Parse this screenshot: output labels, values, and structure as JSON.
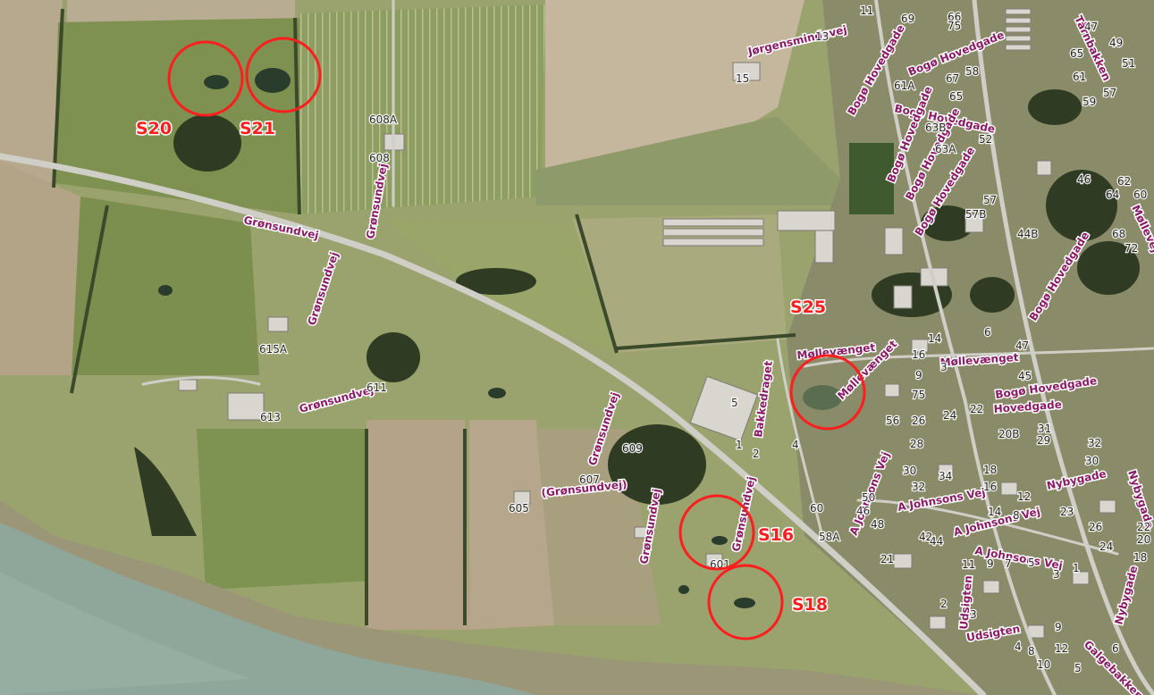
{
  "colors": {
    "circle": "#ff1e1e",
    "road_label": "#8a1a66",
    "water": "#8fa69a",
    "field_light": "#b8ab90",
    "field_green": "#7f9055",
    "tree": "#2f3b22",
    "road": "#cfcfc8"
  },
  "sites": [
    {
      "id": "S20",
      "label": "S20"
    },
    {
      "id": "S21",
      "label": "S21"
    },
    {
      "id": "S25",
      "label": "S25"
    },
    {
      "id": "S16",
      "label": "S16"
    },
    {
      "id": "S18",
      "label": "S18"
    }
  ],
  "road_labels": [
    "Jørgensmindevej",
    "Bogø Hovedgade",
    "Bogø Hovedgade",
    "Bogø Hovedgade",
    "Bogø Hovedgade",
    "Bogø Hovedgade",
    "Bogø Hovedgade",
    "Bogø Hovedgade",
    "Grønsundvej",
    "Grønsundvej",
    "Grønsundvej",
    "Grønsundvej",
    "Grønsundvej",
    "Grønsundvej",
    "(Grønsundvej)",
    "Grønsundvej",
    "Møllevænget",
    "Møllevænget",
    "Møllevænget",
    "Bakkedraget",
    "A Johnsons Vej",
    "A Johnsons Vej",
    "A Johnsons Vej",
    "A Johnsons Vej",
    "Bogø Hovedgade",
    "Hovedgade",
    "Nybygade",
    "Nybygade",
    "Nybygade",
    "Udsigten",
    "Udsigten",
    "Tårnbakken",
    "Galgebakken",
    "Møllevej"
  ],
  "house_numbers": [
    "608A",
    "608",
    "615A",
    "611",
    "613",
    "607",
    "609",
    "605",
    "601",
    "60",
    "58A",
    "15",
    "13",
    "11",
    "61A",
    "63B",
    "63A",
    "52",
    "57",
    "57B",
    "44B",
    "46",
    "62",
    "64",
    "60",
    "68",
    "72",
    "65",
    "61",
    "59",
    "57",
    "47",
    "49",
    "51",
    "14",
    "16",
    "9",
    "3",
    "75",
    "56",
    "26",
    "24",
    "22",
    "20B",
    "31",
    "29",
    "32",
    "30",
    "28",
    "30",
    "32",
    "34",
    "18",
    "16",
    "12",
    "14",
    "8",
    "6",
    "47",
    "45",
    "5",
    "1",
    "2",
    "4",
    "23",
    "26",
    "24",
    "22",
    "20",
    "18",
    "9",
    "7",
    "5",
    "3",
    "1",
    "2",
    "3",
    "4",
    "9",
    "12",
    "8",
    "10",
    "5",
    "6",
    "11",
    "42",
    "44",
    "48",
    "50",
    "46",
    "21",
    "58",
    "67",
    "66",
    "75",
    "69",
    "65"
  ]
}
